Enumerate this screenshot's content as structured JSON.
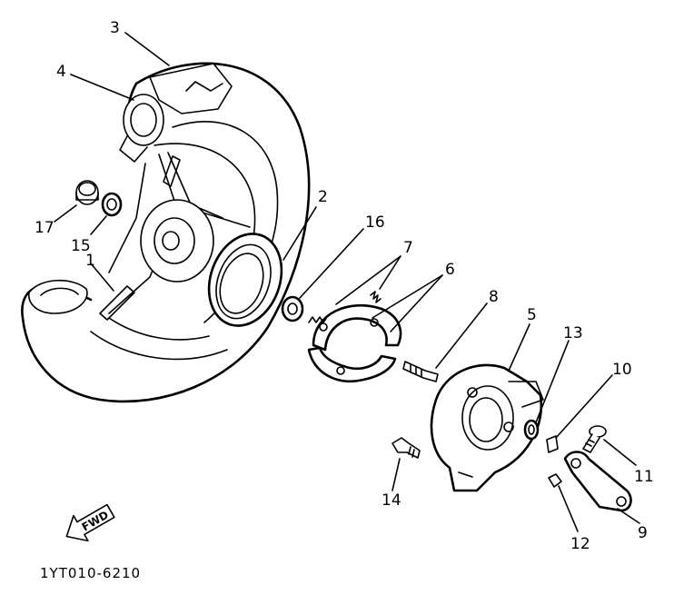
{
  "figure_code": "1YT010-6210",
  "direction_label": "FWD",
  "callouts": {
    "p1": "1",
    "p2": "2",
    "p3": "3",
    "p4": "4",
    "p5": "5",
    "p6": "6",
    "p7": "7",
    "p8": "8",
    "p9": "9",
    "p10": "10",
    "p11": "11",
    "p12": "12",
    "p13": "13",
    "p14": "14",
    "p15": "15",
    "p16": "16",
    "p17": "17"
  }
}
